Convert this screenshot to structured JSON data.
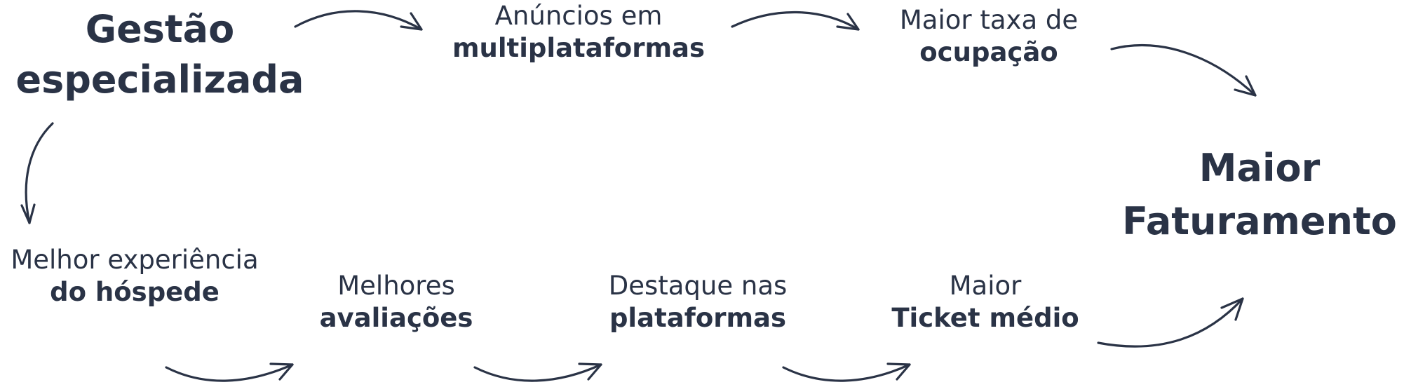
{
  "nodes": {
    "gestao": {
      "line1": "Gestão",
      "line2": "especializada"
    },
    "anuncios": {
      "line1": "Anúncios em",
      "line2": "multiplataformas"
    },
    "ocupacao": {
      "line1": "Maior taxa de",
      "line2": "ocupação"
    },
    "final": {
      "line1": "Maior",
      "line2": "Faturamento"
    },
    "experiencia": {
      "line1": "Melhor experiência",
      "line2": "do hóspede"
    },
    "avaliacoes": {
      "line1": "Melhores",
      "line2": "avaliações"
    },
    "destaque": {
      "line1": "Destaque nas",
      "line2": "plataformas"
    },
    "ticket": {
      "line1": "Maior",
      "line2": "Ticket médio"
    }
  },
  "edges": [
    {
      "from": "gestao",
      "to": "anuncios"
    },
    {
      "from": "anuncios",
      "to": "ocupacao"
    },
    {
      "from": "ocupacao",
      "to": "final"
    },
    {
      "from": "gestao",
      "to": "experiencia"
    },
    {
      "from": "experiencia",
      "to": "avaliacoes"
    },
    {
      "from": "avaliacoes",
      "to": "destaque"
    },
    {
      "from": "destaque",
      "to": "ticket"
    },
    {
      "from": "ticket",
      "to": "final"
    }
  ],
  "colors": {
    "ink": "#2a3346",
    "background": "#ffffff"
  }
}
